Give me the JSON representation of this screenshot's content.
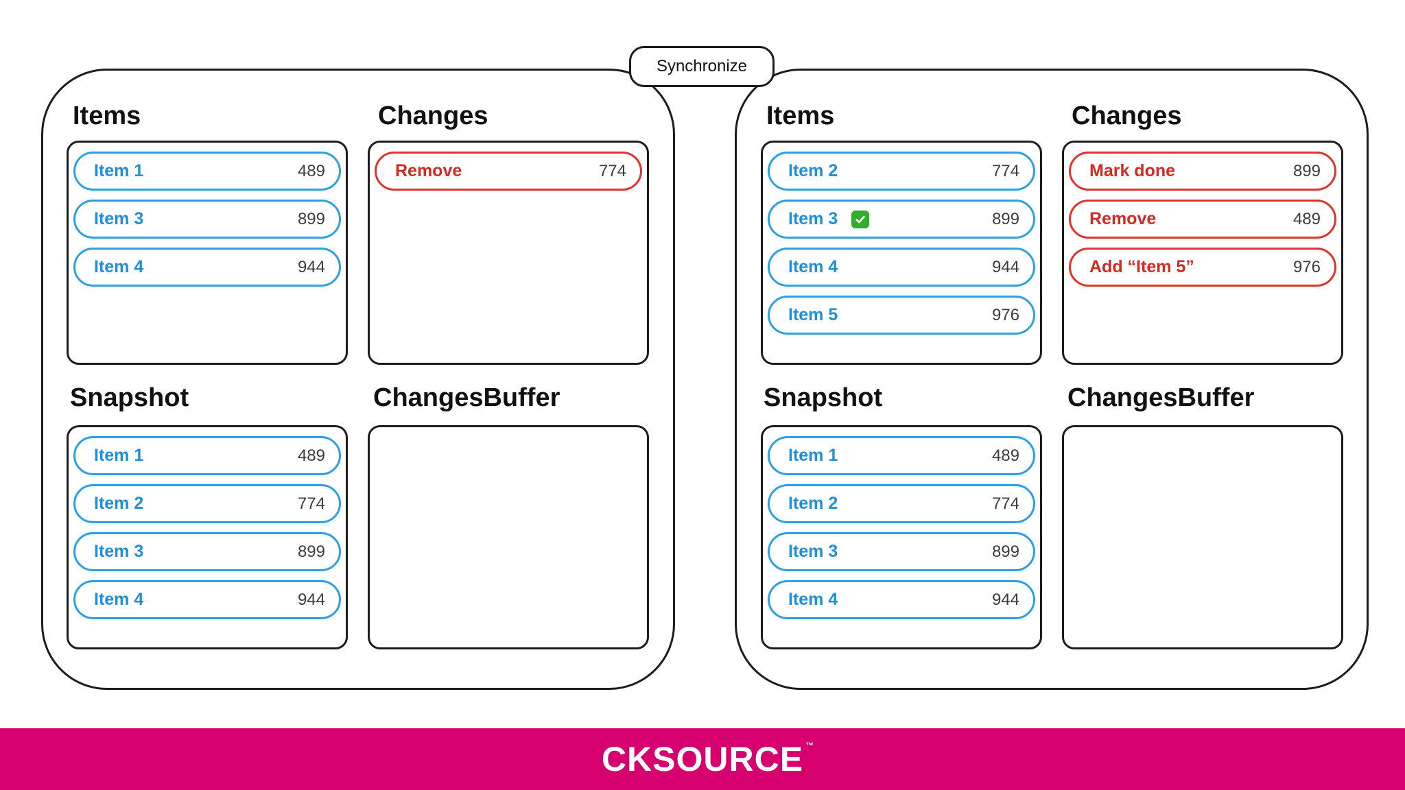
{
  "sync": {
    "label": "Synchronize"
  },
  "left": {
    "items_title": "Items",
    "changes_title": "Changes",
    "snapshot_title": "Snapshot",
    "buffer_title": "ChangesBuffer",
    "items": [
      {
        "label": "Item 1",
        "value": "489"
      },
      {
        "label": "Item 3",
        "value": "899"
      },
      {
        "label": "Item 4",
        "value": "944"
      }
    ],
    "changes": [
      {
        "label": "Remove",
        "value": "774"
      }
    ],
    "snapshot": [
      {
        "label": "Item 1",
        "value": "489"
      },
      {
        "label": "Item 2",
        "value": "774"
      },
      {
        "label": "Item 3",
        "value": "899"
      },
      {
        "label": "Item 4",
        "value": "944"
      }
    ]
  },
  "right": {
    "items_title": "Items",
    "changes_title": "Changes",
    "snapshot_title": "Snapshot",
    "buffer_title": "ChangesBuffer",
    "items": [
      {
        "label": "Item 2",
        "value": "774"
      },
      {
        "label": "Item 3",
        "value": "899",
        "icon": "check-mark-icon"
      },
      {
        "label": "Item 4",
        "value": "944"
      },
      {
        "label": "Item 5",
        "value": "976"
      }
    ],
    "changes": [
      {
        "label": "Mark done",
        "value": "899"
      },
      {
        "label": "Remove",
        "value": "489"
      },
      {
        "label": "Add “Item 5”",
        "value": "976"
      }
    ],
    "snapshot": [
      {
        "label": "Item 1",
        "value": "489"
      },
      {
        "label": "Item 2",
        "value": "774"
      },
      {
        "label": "Item 3",
        "value": "899"
      },
      {
        "label": "Item 4",
        "value": "944"
      }
    ]
  },
  "footer": {
    "brand": "CKSOURCE",
    "trademark": "™"
  },
  "colors": {
    "item_border": "#2aa0e6",
    "change_border": "#e2322b",
    "check": "#2fae2b",
    "footer_bg": "#d6006e"
  }
}
